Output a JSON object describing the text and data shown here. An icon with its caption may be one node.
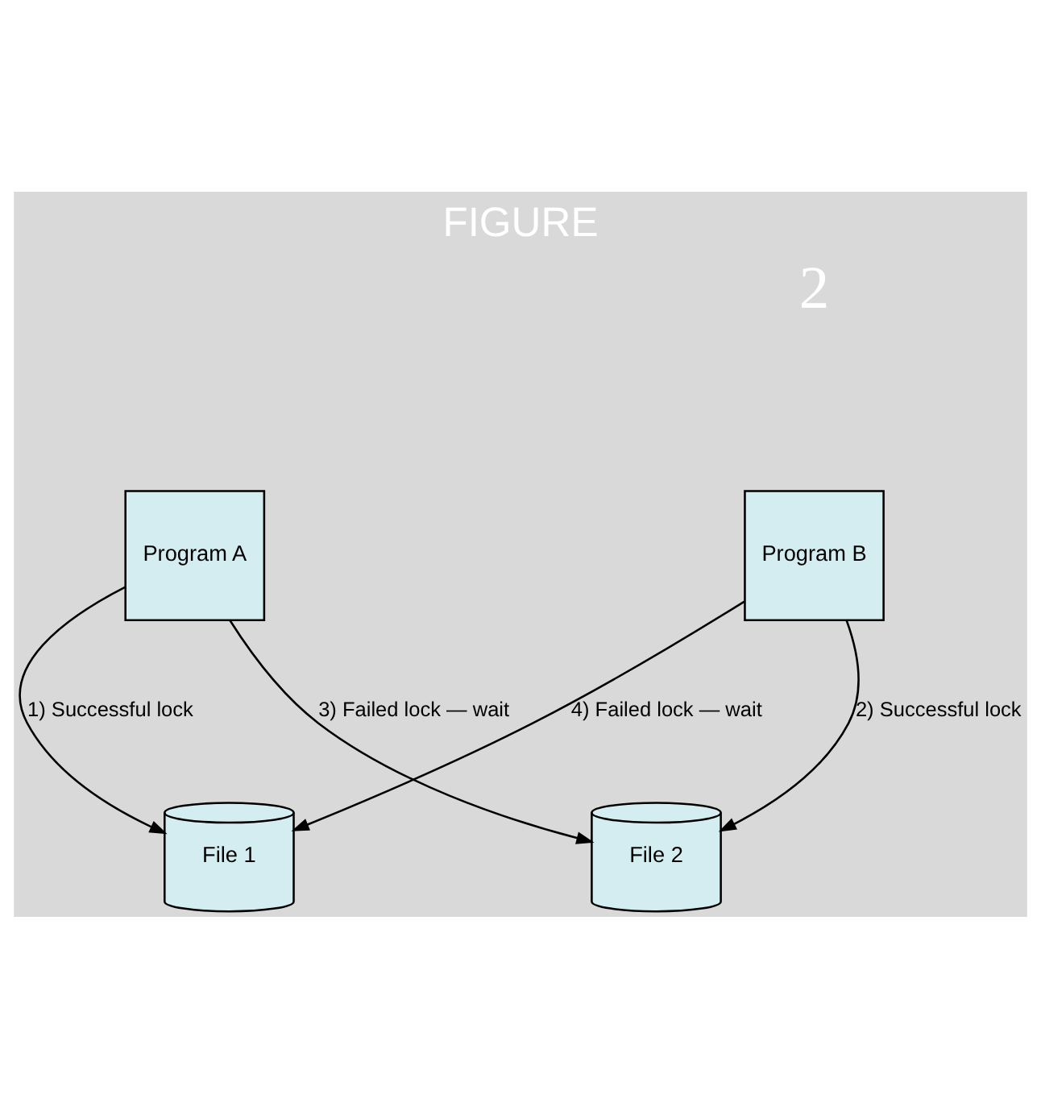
{
  "diagram": {
    "title": "FIGURE",
    "nodes": [
      {
        "text": [
          "Program A"
        ]
      },
      {
        "text": [
          "Program B"
        ]
      },
      {
        "text": [
          "File 1"
        ]
      },
      {
        "text": [
          "File 2"
        ]
      }
    ],
    "edges": [
      {
        "from": 0,
        "to": 2,
        "arrow": "to",
        "label": "1) Successful lock"
      },
      {
        "from": 1,
        "to": 3,
        "arrow": "to",
        "label": "2) Successful lock"
      },
      {
        "from": 0,
        "to": 3,
        "arrow": "to",
        "label": "3) Failed lock — wait"
      },
      {
        "from": 1,
        "to": 2,
        "arrow": "to",
        "label": "4) Failed lock — wait"
      }
    ],
    "labels": [
      "2"
    ]
  }
}
